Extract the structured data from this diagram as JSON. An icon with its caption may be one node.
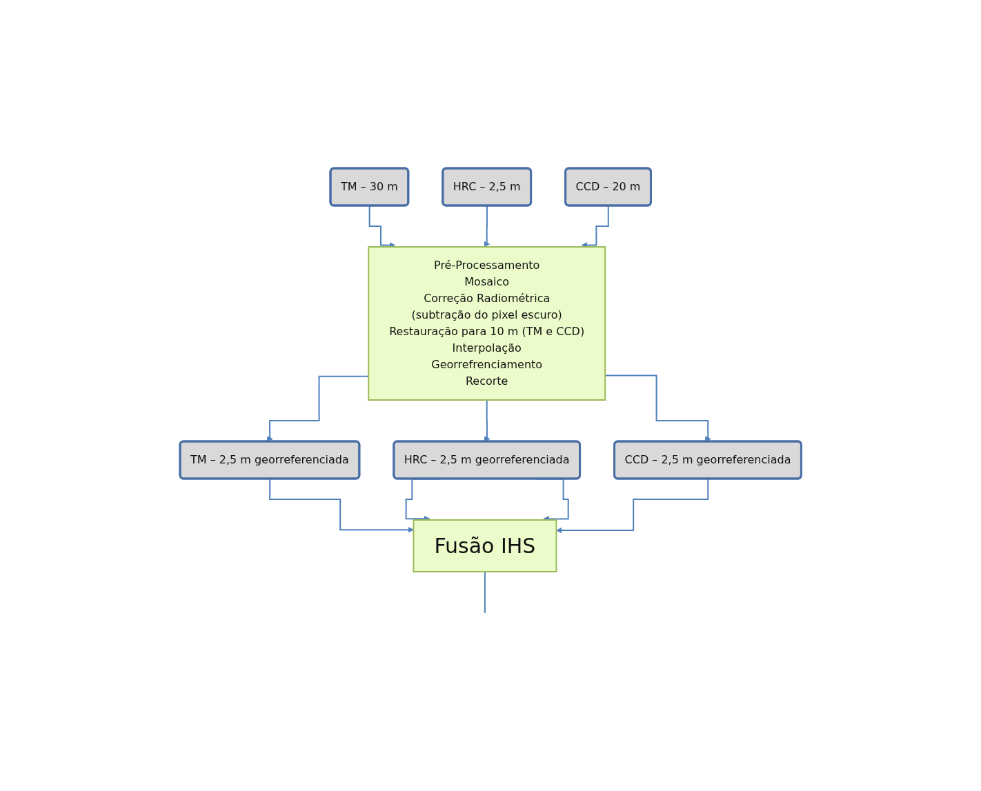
{
  "diagram": {
    "nodes": [
      {
        "text": [
          "TM – 30 m"
        ]
      },
      {
        "text": [
          "HRC – 2,5 m"
        ]
      },
      {
        "text": [
          "CCD – 20 m"
        ]
      },
      {
        "text": [
          "Pré-Processamento",
          "Mosaico",
          "Correção Radiométrica",
          "(subtração do pixel escuro)",
          "Restauração para 10 m (TM e CCD)",
          "Interpolação",
          "Georrefrenciamento",
          "Recorte"
        ]
      },
      {
        "text": [
          "TM – 2,5 m georreferenciada"
        ]
      },
      {
        "text": [
          "HRC – 2,5 m georreferenciada"
        ]
      },
      {
        "text": [
          "CCD – 2,5 m georreferenciada"
        ]
      },
      {
        "text": [
          "Fusão IHS"
        ]
      }
    ],
    "edges": [
      {
        "from": 0,
        "to": 3,
        "arrow": "to"
      },
      {
        "from": 1,
        "to": 3,
        "arrow": "to"
      },
      {
        "from": 2,
        "to": 3,
        "arrow": "to"
      },
      {
        "from": 3,
        "to": 4,
        "arrow": "to"
      },
      {
        "from": 3,
        "to": 5,
        "arrow": "to"
      },
      {
        "from": 3,
        "to": 6,
        "arrow": "to"
      },
      {
        "from": 4,
        "to": 7,
        "arrow": "to"
      },
      {
        "from": 5,
        "to": 7,
        "arrow": "to"
      },
      {
        "from": 5,
        "to": 7,
        "arrow": "to"
      },
      {
        "from": 6,
        "to": 7,
        "arrow": "to"
      },
      {
        "from": 7,
        "to": null,
        "arrow": "none"
      }
    ]
  }
}
